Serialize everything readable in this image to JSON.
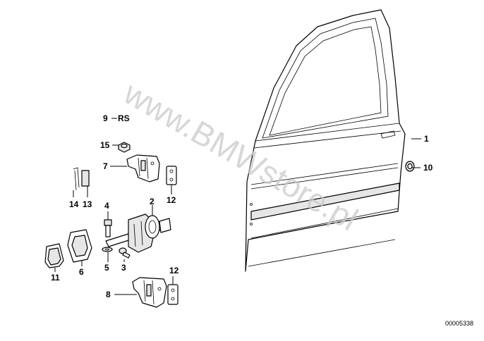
{
  "watermark": "www.BMWstore.pl",
  "reference_number": "00005338",
  "labels": {
    "p1": "1",
    "p2": "2",
    "p3": "3",
    "p4": "4",
    "p5": "5",
    "p6": "6",
    "p7": "7",
    "p8": "8",
    "p9": "9",
    "rs": "RS",
    "p10": "10",
    "p11": "11",
    "p12_top": "12",
    "p12_bottom": "12",
    "p13": "13",
    "p14": "14",
    "p15": "15"
  }
}
